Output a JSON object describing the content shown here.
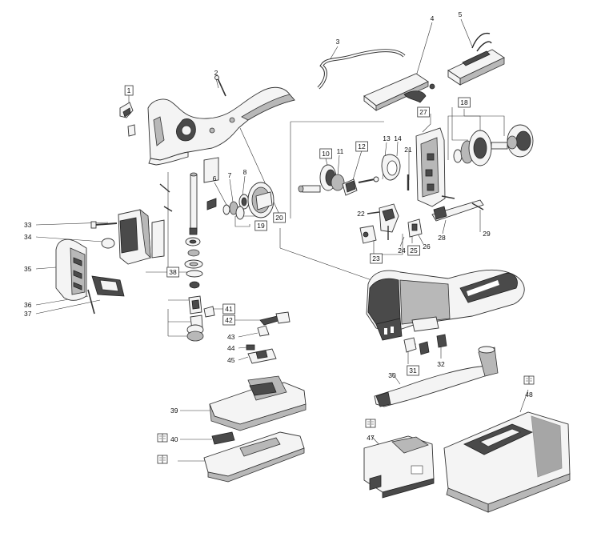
{
  "callouts": {
    "c1": "1",
    "c2": "2",
    "c3": "3",
    "c4": "4",
    "c5": "5",
    "c6": "6",
    "c7": "7",
    "c8": "8",
    "c10": "10",
    "c11": "11",
    "c12": "12",
    "c13": "13",
    "c14": "14",
    "c18": "18",
    "c19": "19",
    "c20": "20",
    "c21": "21",
    "c22": "22",
    "c23": "23",
    "c24": "24",
    "c25": "25",
    "c26": "26",
    "c27": "27",
    "c28": "28",
    "c29": "29",
    "c30": "30",
    "c31": "31",
    "c32": "32",
    "c33": "33",
    "c34": "34",
    "c35": "35",
    "c36": "36",
    "c37": "37",
    "c38": "38",
    "c39": "39",
    "c40": "40",
    "c41": "41",
    "c42": "42",
    "c43": "43",
    "c44": "44",
    "c45": "45",
    "c47": "47",
    "c48": "48"
  },
  "boxed_callouts": [
    "1",
    "10",
    "12",
    "18",
    "19",
    "20",
    "23",
    "25",
    "27",
    "31",
    "38",
    "41",
    "42"
  ],
  "book_icon_items": [
    "40",
    "47",
    "48"
  ],
  "icons": {
    "book": "book-icon"
  }
}
